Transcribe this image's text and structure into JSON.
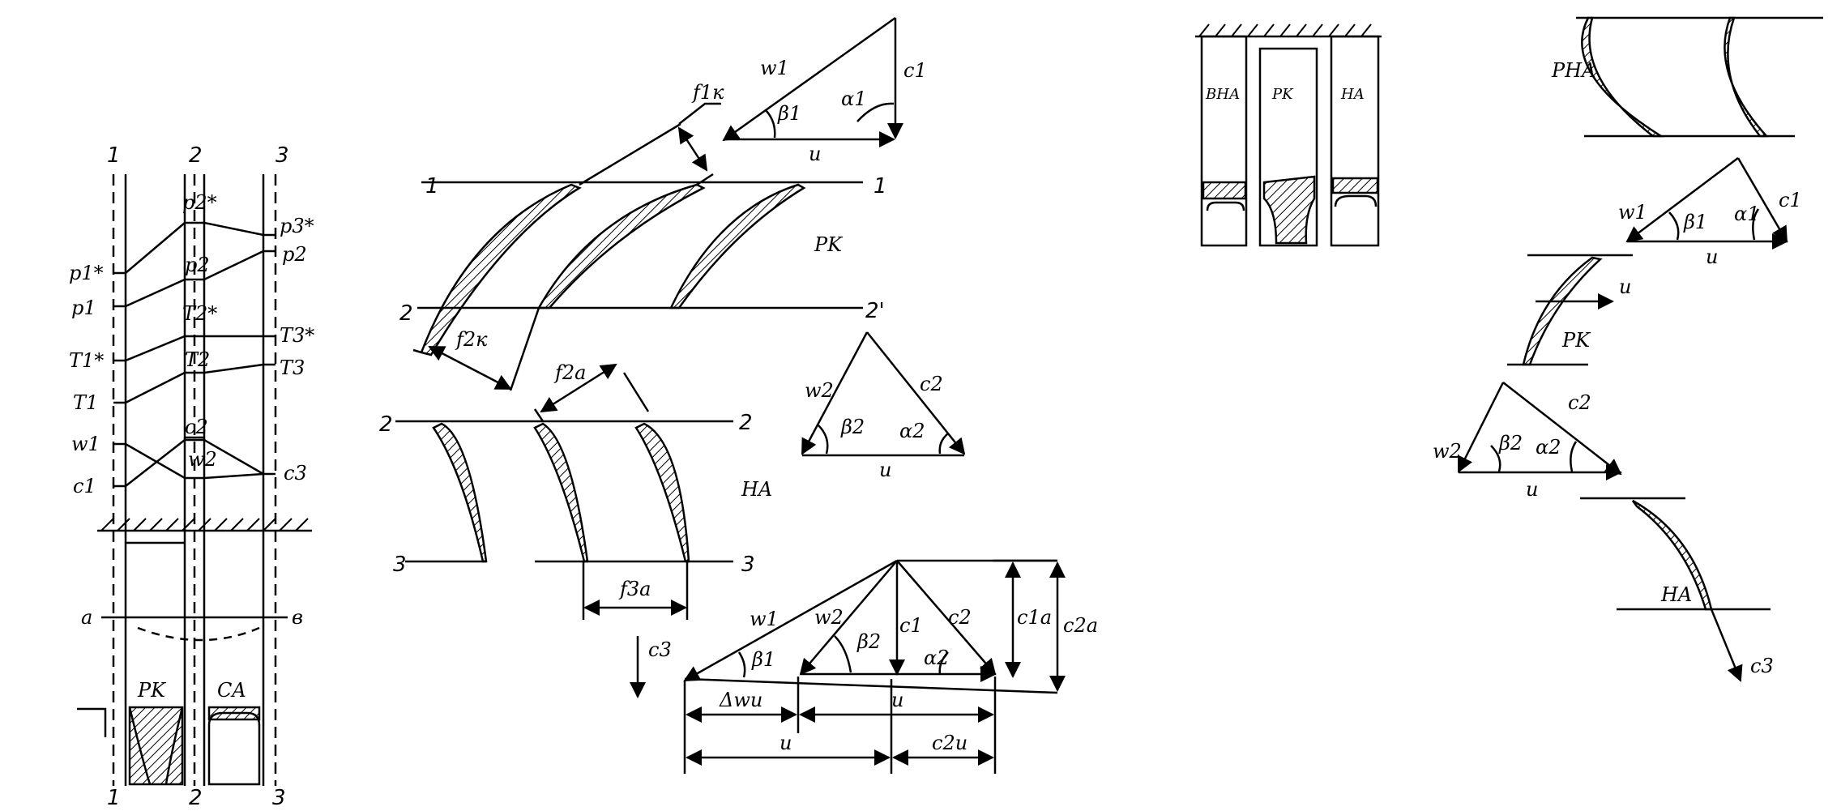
{
  "panel1": {
    "section_top": [
      "1",
      "2",
      "3"
    ],
    "section_bottom": [
      "1",
      "2",
      "3"
    ],
    "left_labels": [
      "p1*",
      "p1",
      "T1*",
      "T1",
      "w1",
      "c1"
    ],
    "mid_labels": [
      "p2*",
      "p2",
      "T2*",
      "T2",
      "c2",
      "w2"
    ],
    "right_labels": [
      "p3*",
      "p2",
      "T3*",
      "T3",
      "c3"
    ],
    "a": "a",
    "b": "в",
    "rk": "PK",
    "ca": "CA"
  },
  "panel2": {
    "stations": [
      "1",
      "2",
      "2",
      "3"
    ],
    "stations_right": [
      "1",
      "2'",
      "2",
      "3"
    ],
    "rk": "PK",
    "na": "HA",
    "f1k": "f1к",
    "f2k": "f2к",
    "f2a": "f2a",
    "f3a": "f3a",
    "c3": "c3",
    "tri1": {
      "w": "w1",
      "beta": "β1",
      "alpha": "α1",
      "c": "c1",
      "u": "u"
    },
    "tri2": {
      "w": "w2",
      "beta": "β2",
      "alpha": "α2",
      "c": "c2",
      "u": "u"
    },
    "combined": {
      "w1": "w1",
      "w2": "w2",
      "b1": "β1",
      "b2": "β2",
      "c1": "c1",
      "c2": "c2",
      "a2": "α2",
      "c1a": "c1a",
      "c2a": "c2a",
      "dwu": "Δwu",
      "u1": "u",
      "u2": "u",
      "c2u": "c2u"
    }
  },
  "panel3": {
    "vna": "ВНА",
    "rk": "PK",
    "na": "HA"
  },
  "panel4": {
    "rna": "PHA",
    "tri1": {
      "w": "w1",
      "beta": "β1",
      "alpha": "α1",
      "c": "c1",
      "u": "u"
    },
    "rk_u": "u",
    "rk": "PK",
    "tri2": {
      "w": "w2",
      "beta": "β2",
      "alpha": "α2",
      "c": "c2",
      "u": "u"
    },
    "na": "HA",
    "c3": "c3"
  }
}
